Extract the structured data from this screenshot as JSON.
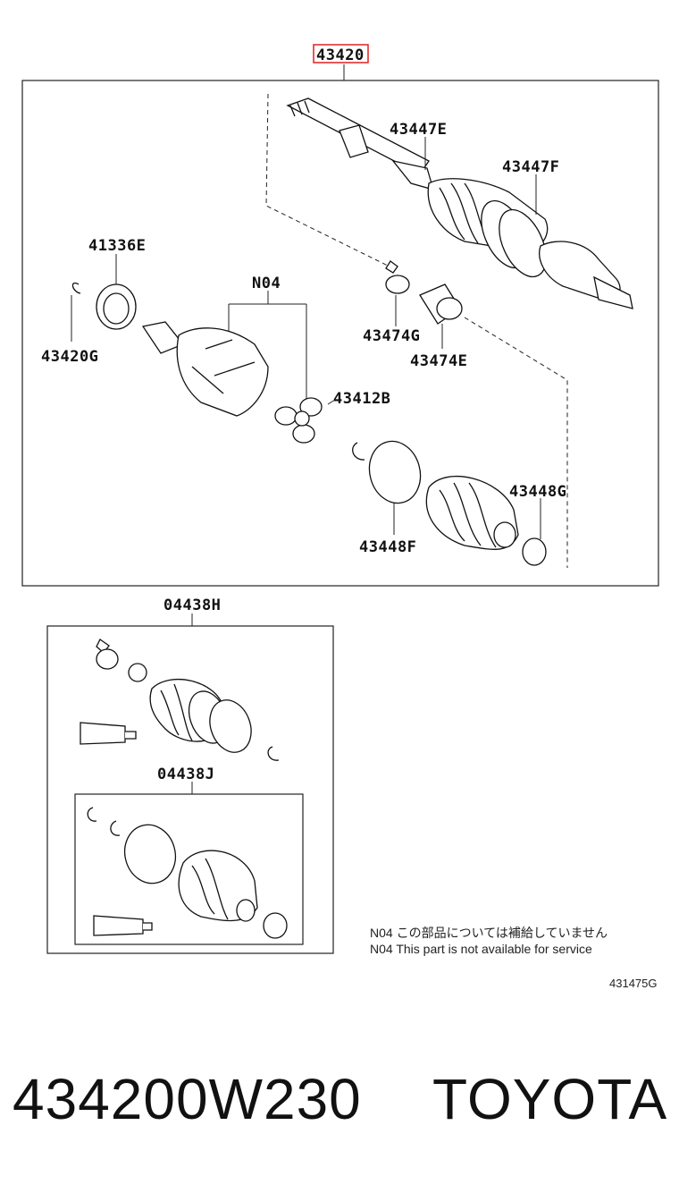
{
  "diagram": {
    "main_part": "43420",
    "labels": {
      "l_43447E": "43447E",
      "l_43447F": "43447F",
      "l_41336E": "41336E",
      "l_N04": "N04",
      "l_43420G": "43420G",
      "l_43474G": "43474G",
      "l_43474E": "43474E",
      "l_43412B": "43412B",
      "l_43448G": "43448G",
      "l_43448F": "43448F",
      "l_04438H": "04438H",
      "l_04438J": "04438J"
    },
    "notes": {
      "jp": "N04  この部品については補給していません",
      "en": "N04  This part is not available for service"
    },
    "diagram_code": "431475G"
  },
  "caption": {
    "part_number": "434200W230",
    "brand": "TOYOTA"
  },
  "colors": {
    "highlight": "#e02020",
    "line": "#111111"
  }
}
